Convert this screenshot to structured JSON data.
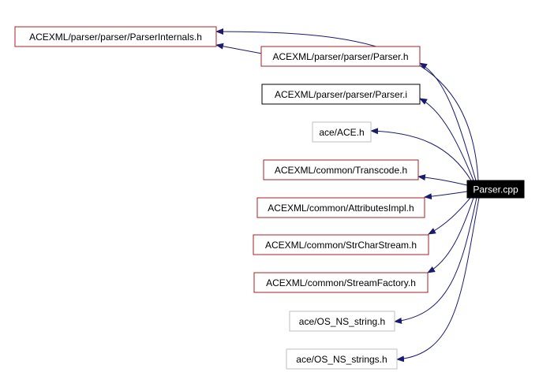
{
  "diagram": {
    "root": {
      "id": "root",
      "label": "Parser.cpp"
    },
    "nodes": [
      {
        "id": "n1",
        "label": "ACEXML/parser/parser/ParserInternals.h",
        "style": "linked"
      },
      {
        "id": "n2",
        "label": "ACEXML/parser/parser/Parser.h",
        "style": "linked"
      },
      {
        "id": "n3",
        "label": "ACEXML/parser/parser/Parser.i",
        "style": "plain"
      },
      {
        "id": "n4",
        "label": "ace/ACE.h",
        "style": "external"
      },
      {
        "id": "n5",
        "label": "ACEXML/common/Transcode.h",
        "style": "linked"
      },
      {
        "id": "n6",
        "label": "ACEXML/common/AttributesImpl.h",
        "style": "linked"
      },
      {
        "id": "n7",
        "label": "ACEXML/common/StrCharStream.h",
        "style": "linked"
      },
      {
        "id": "n8",
        "label": "ACEXML/common/StreamFactory.h",
        "style": "linked"
      },
      {
        "id": "n9",
        "label": "ace/OS_NS_string.h",
        "style": "external"
      },
      {
        "id": "n10",
        "label": "ace/OS_NS_strings.h",
        "style": "external"
      }
    ],
    "edges": [
      {
        "from": "root",
        "to": "n1"
      },
      {
        "from": "n2",
        "to": "n1"
      },
      {
        "from": "root",
        "to": "n2"
      },
      {
        "from": "root",
        "to": "n3"
      },
      {
        "from": "root",
        "to": "n4"
      },
      {
        "from": "root",
        "to": "n5"
      },
      {
        "from": "root",
        "to": "n6"
      },
      {
        "from": "root",
        "to": "n7"
      },
      {
        "from": "root",
        "to": "n8"
      },
      {
        "from": "root",
        "to": "n9"
      },
      {
        "from": "root",
        "to": "n10"
      }
    ],
    "colors": {
      "edge": "#1a1a6e",
      "linked_border": "#aa2222",
      "plain_border": "#000000",
      "external_border": "#bfbfbf",
      "root_fill": "#000000",
      "root_text": "#ffffff"
    }
  }
}
